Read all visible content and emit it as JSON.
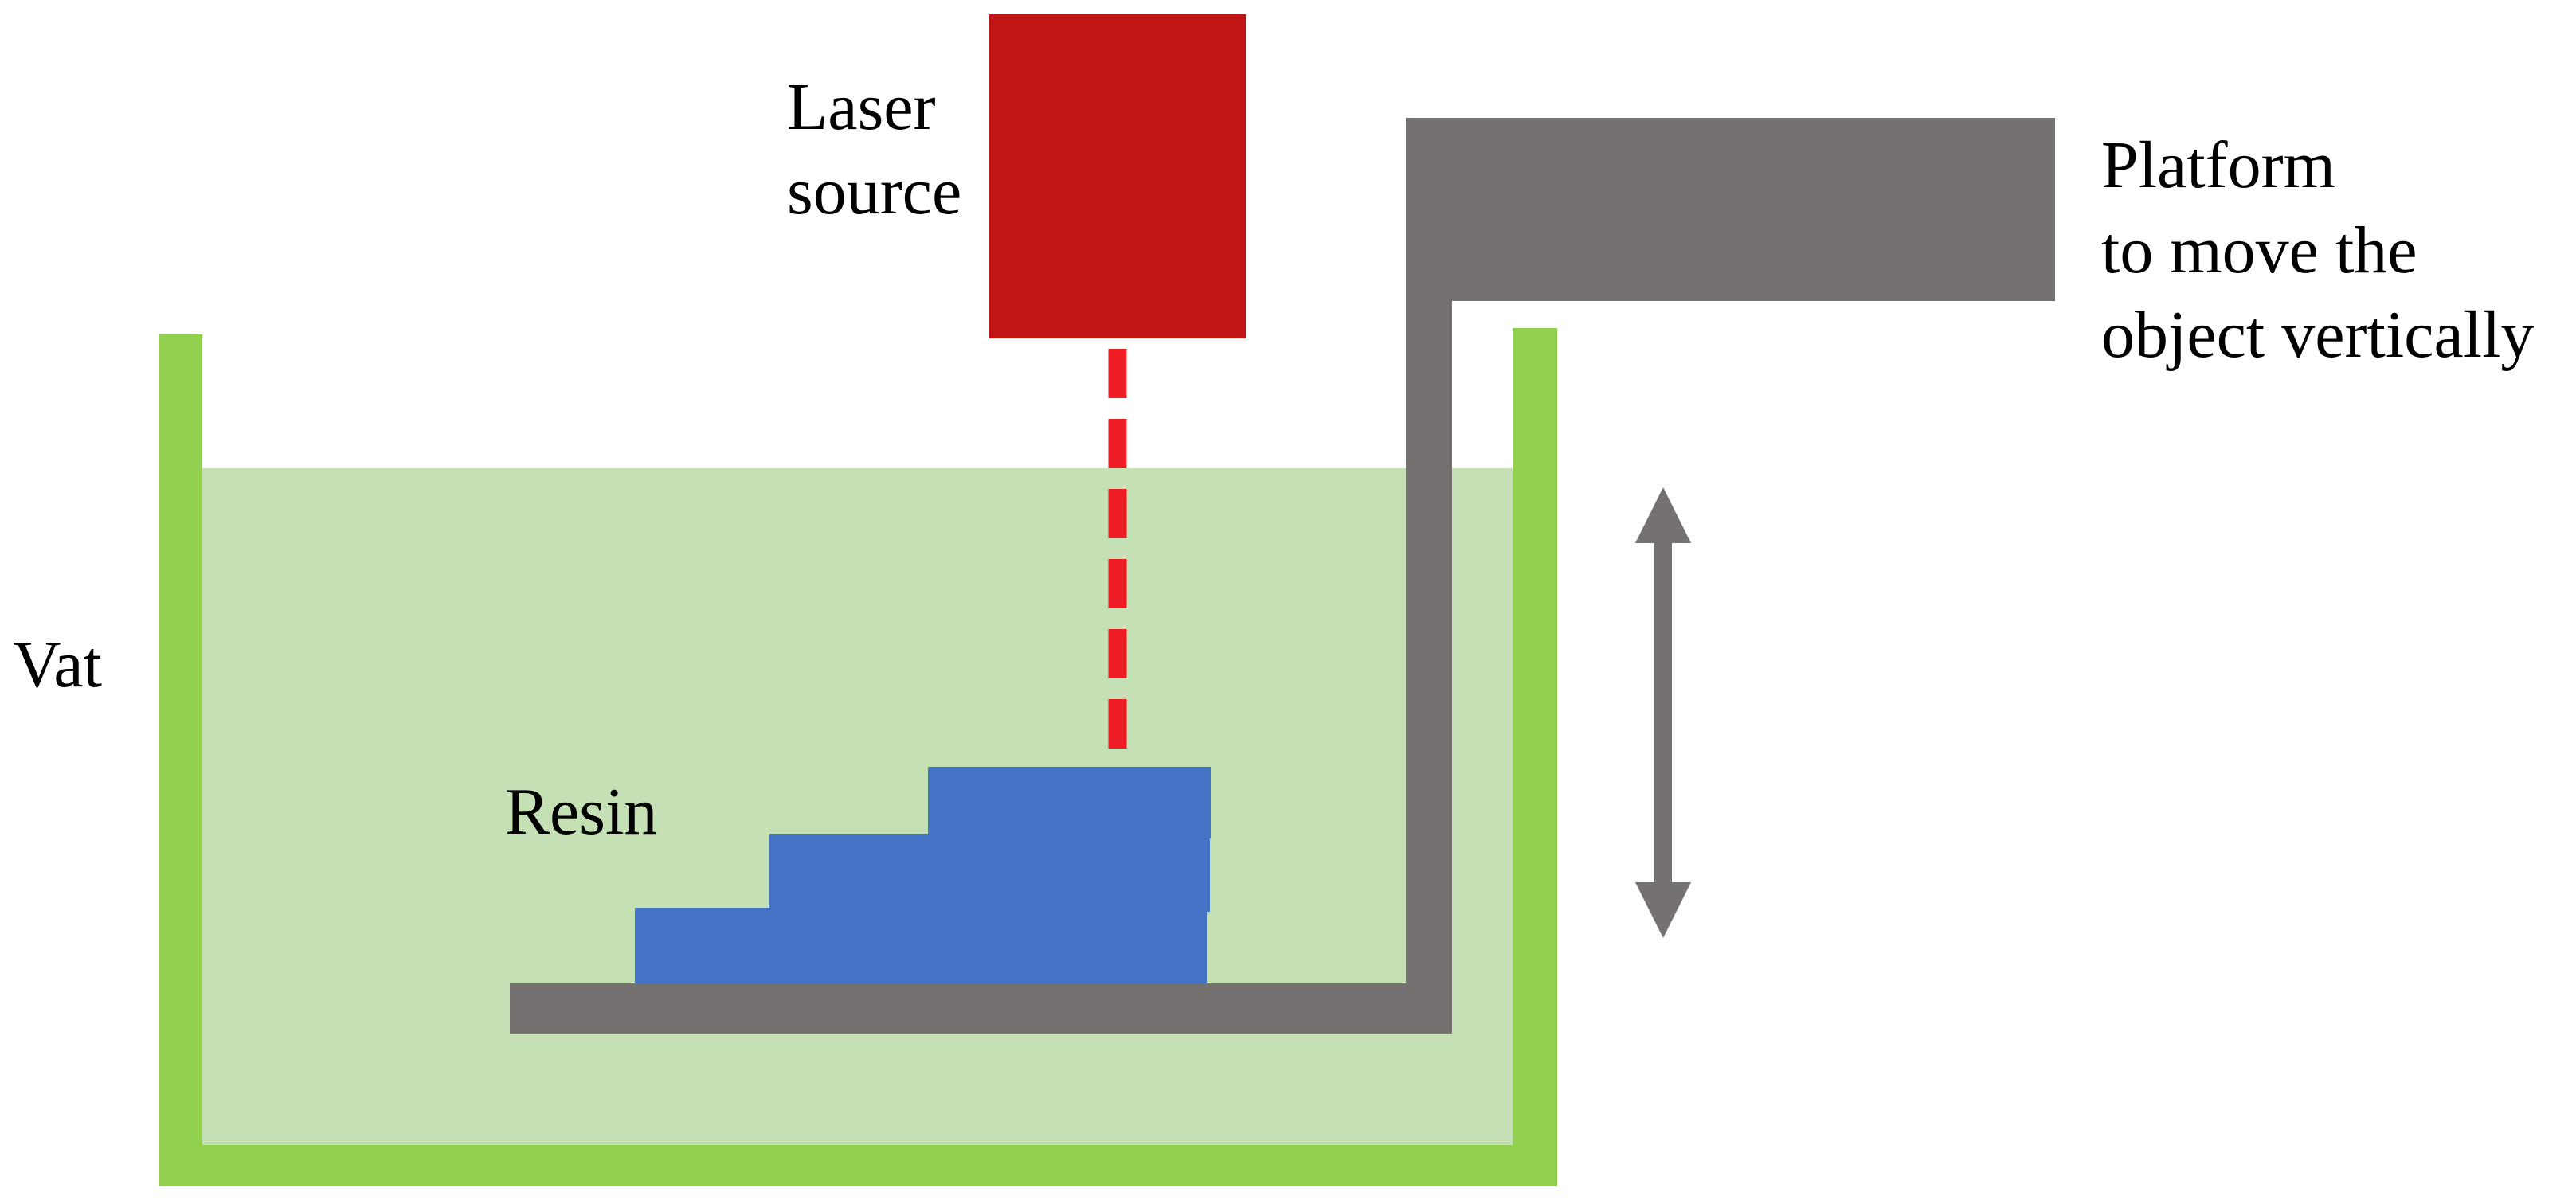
{
  "labels": {
    "laser_line1": "Laser",
    "laser_line2": "source",
    "platform_line1": "Platform",
    "platform_line2": "to move the",
    "platform_line3": "object vertically",
    "vat": "Vat",
    "resin": "Resin"
  },
  "colors": {
    "laser": "#c01515",
    "laser_beam": "#ee1c24",
    "platform": "#767171",
    "vat_wall": "#92d050",
    "resin_liquid": "#c5e0b4",
    "printed_object": "#4472c4",
    "arrow": "#767171"
  },
  "icons": {
    "motion_arrow": "double-arrow-vertical"
  }
}
